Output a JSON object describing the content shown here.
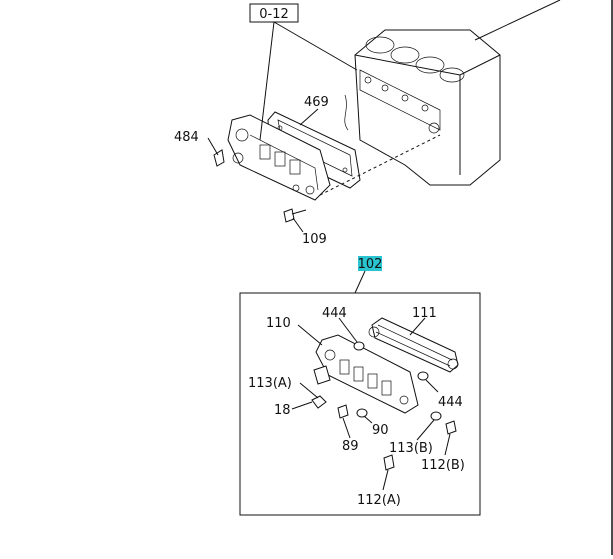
{
  "diagram": {
    "highlight_color": "#29c4cf",
    "group_label": "0-12",
    "main_callout": "102",
    "callouts_top": {
      "c484": "484",
      "c469": "469",
      "c109": "109"
    },
    "callouts_box": {
      "c110": "110",
      "c444a": "444",
      "c111": "111",
      "c113a": "113(A)",
      "c18": "18",
      "c444b": "444",
      "c90": "90",
      "c89": "89",
      "c113b": "113(B)",
      "c112b": "112(B)",
      "c112a": "112(A)"
    }
  }
}
